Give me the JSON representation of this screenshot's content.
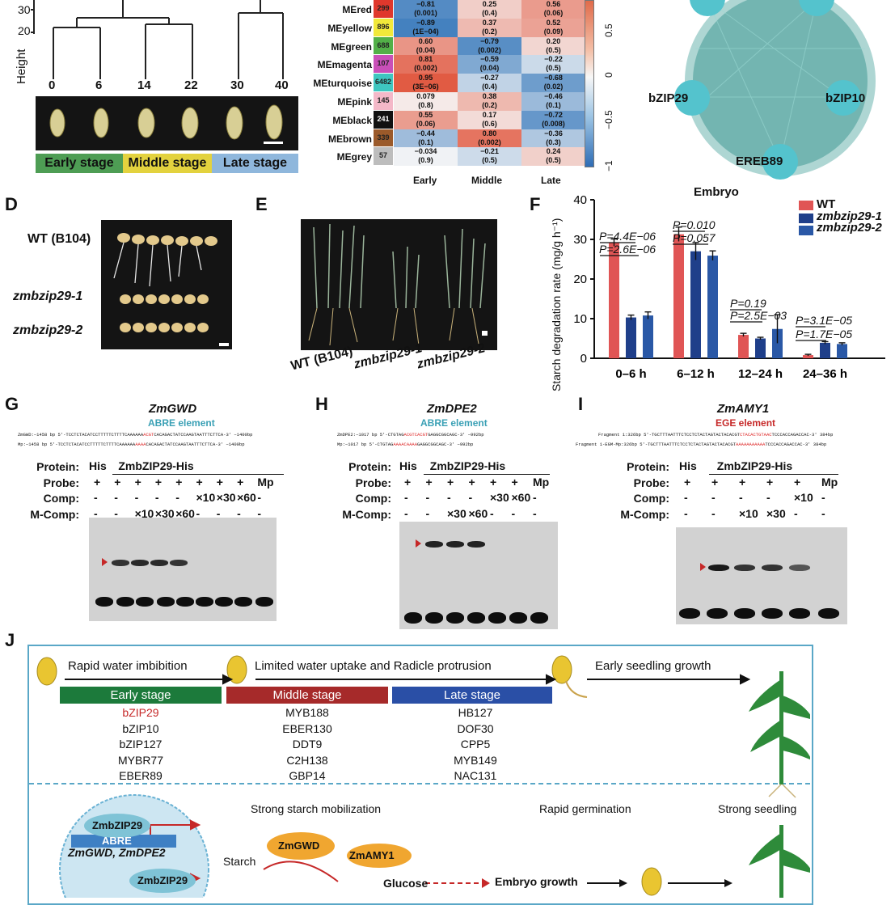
{
  "panelA": {
    "ylabel": "Height",
    "yticks": [
      "30",
      "20"
    ],
    "hours": [
      "0",
      "6",
      "14",
      "22",
      "30",
      "40"
    ],
    "stages": [
      {
        "label": "Early stage",
        "color": "#4e9d54"
      },
      {
        "label": "Middle stage",
        "color": "#e3d23e"
      },
      {
        "label": "Late stage",
        "color": "#8fb7dc"
      }
    ]
  },
  "panelB": {
    "modules": [
      {
        "name": "MEred",
        "size": "299",
        "color": "#e0382c",
        "cells": [
          [
            "−0.81",
            "(0.001)"
          ],
          [
            "0.25",
            "(0.4)"
          ],
          [
            "0.56",
            "(0.06)"
          ]
        ],
        "r": [
          -0.81,
          0.25,
          0.56
        ]
      },
      {
        "name": "MEyellow",
        "size": "896",
        "color": "#f2e93a",
        "cells": [
          [
            "−0.89",
            "(1E−04)"
          ],
          [
            "0.37",
            "(0.2)"
          ],
          [
            "0.52",
            "(0.09)"
          ]
        ],
        "r": [
          -0.89,
          0.37,
          0.52
        ]
      },
      {
        "name": "MEgreen",
        "size": "688",
        "color": "#52b048",
        "cells": [
          [
            "0.60",
            "(0.04)"
          ],
          [
            "−0.79",
            "(0.002)"
          ],
          [
            "0.20",
            "(0.5)"
          ]
        ],
        "r": [
          0.6,
          -0.79,
          0.2
        ]
      },
      {
        "name": "MEmagenta",
        "size": "107",
        "color": "#c94fb8",
        "cells": [
          [
            "0.81",
            "(0.002)"
          ],
          [
            "−0.59",
            "(0.04)"
          ],
          [
            "−0.22",
            "(0.5)"
          ]
        ],
        "r": [
          0.81,
          -0.59,
          -0.22
        ]
      },
      {
        "name": "MEturquoise",
        "size": "6482",
        "color": "#3ec6c0",
        "cells": [
          [
            "0.95",
            "(3E−06)"
          ],
          [
            "−0.27",
            "(0.4)"
          ],
          [
            "−0.68",
            "(0.02)"
          ]
        ],
        "r": [
          0.95,
          -0.27,
          -0.68
        ]
      },
      {
        "name": "MEpink",
        "size": "145",
        "color": "#f4b8c8",
        "cells": [
          [
            "0.079",
            "(0.8)"
          ],
          [
            "0.38",
            "(0.2)"
          ],
          [
            "−0.46",
            "(0.1)"
          ]
        ],
        "r": [
          0.079,
          0.38,
          -0.46
        ]
      },
      {
        "name": "MEblack",
        "size": "241",
        "color": "#111111",
        "cells": [
          [
            "0.55",
            "(0.06)"
          ],
          [
            "0.17",
            "(0.6)"
          ],
          [
            "−0.72",
            "(0.008)"
          ]
        ],
        "r": [
          0.55,
          0.17,
          -0.72
        ]
      },
      {
        "name": "MEbrown",
        "size": "339",
        "color": "#9b5a2a",
        "cells": [
          [
            "−0.44",
            "(0.1)"
          ],
          [
            "0.80",
            "(0.002)"
          ],
          [
            "−0.36",
            "(0.3)"
          ]
        ],
        "r": [
          -0.44,
          0.8,
          -0.36
        ]
      },
      {
        "name": "MEgrey",
        "size": "57",
        "color": "#bdbdbd",
        "cells": [
          [
            "−0.034",
            "(0.9)"
          ],
          [
            "−0.21",
            "(0.5)"
          ],
          [
            "0.24",
            "(0.5)"
          ]
        ],
        "r": [
          -0.034,
          -0.21,
          0.24
        ]
      }
    ],
    "columns": [
      "Early",
      "Middle",
      "Late"
    ],
    "scale": [
      "0.5",
      "0",
      "−0.5",
      "−1"
    ]
  },
  "panelC": {
    "nodes": [
      "bZIP29",
      "bZIP10",
      "EREB89"
    ],
    "caption": "Embryo"
  },
  "panelD": {
    "letter": "D",
    "labels": [
      "WT (B104)",
      "zmbzip29-1",
      "zmbzip29-2"
    ]
  },
  "panelE": {
    "letter": "E",
    "labels": [
      "WT (B104)",
      "zmbzip29-1",
      "zmbzip29-2"
    ]
  },
  "panelF": {
    "letter": "F",
    "legend": [
      "WT",
      "zmbzip29-1",
      "zmbzip29-2"
    ],
    "pvals": [
      "P=4.4E−06",
      "P=2.6E−06",
      "P=0.010",
      "P=0.057",
      "P=0.19",
      "P=2.5E−03",
      "P=3.1E−05",
      "P=1.7E−05"
    ]
  },
  "chart_data": {
    "type": "bar",
    "ylabel": "Starch degradation rate (mg/g h⁻¹)",
    "categories": [
      "0–6 h",
      "6–12 h",
      "12–24 h",
      "24–36 h"
    ],
    "ylim": [
      0,
      40
    ],
    "yticks": [
      "0",
      "10",
      "20",
      "30",
      "40"
    ],
    "colors": [
      "#e05555",
      "#1f3f8a",
      "#2a58a6"
    ],
    "series": [
      {
        "name": "WT",
        "values": [
          29.2,
          31.3,
          5.9,
          0.8
        ],
        "errors": [
          0.9,
          1.8,
          0.4,
          0.2
        ]
      },
      {
        "name": "zmbzip29-1",
        "values": [
          10.3,
          27.0,
          5.0,
          3.9
        ],
        "errors": [
          0.6,
          2.2,
          0.3,
          0.3
        ]
      },
      {
        "name": "zmbzip29-2",
        "values": [
          10.8,
          25.9,
          7.4,
          3.6
        ],
        "errors": [
          0.9,
          1.2,
          3.6,
          0.3
        ]
      }
    ]
  },
  "panelG": {
    "letter": "G",
    "gene": "ZmGWD",
    "element": "ABRE element",
    "seq1": "ZmGWD:−1458 bp 5'-TCCTCTACATCCTTTTTCTTTTCAAAAAA",
    "seq1_hl": "ACGT",
    "seq1_end": "CACAGACTATCCAAGTAATTTCTTCA-3' −1400bp",
    "seq2": "Mp:−1458 bp 5'-TCCTCTACATCCTTTTTCTTTTCAAAAAA",
    "seq2_hl": "AAAA",
    "seq2_end": "CACAGACTATCCAAGTAATTTCTTCA-3' −1400bp",
    "rows": [
      "Protein:",
      "Probe:",
      "Comp:",
      "M-Comp:"
    ],
    "protein": [
      "His",
      "ZmbZIP29-His"
    ],
    "probe": [
      "+",
      "+",
      "+",
      "+",
      "+",
      "+",
      "+",
      "+",
      "Mp"
    ],
    "comp": [
      "-",
      "-",
      "-",
      "-",
      "-",
      "×10",
      "×30",
      "×60",
      "-"
    ],
    "mcomp": [
      "-",
      "-",
      "×10",
      "×30",
      "×60",
      "-",
      "-",
      "-",
      "-"
    ]
  },
  "panelH": {
    "letter": "H",
    "gene": "ZmDPE2",
    "element": "ABRE element",
    "seq1": "ZmDPE2:−1017 bp 5'-CTGTAG",
    "seq1_hl": "ACGTCACGT",
    "seq1_end": "GAGGCGGCAGC-3' −992bp",
    "seq2": "Mp:−1017 bp 5'-CTGTAG",
    "seq2_hl": "AAAACAAAA",
    "seq2_end": "GAGGCGGCAGC-3' −992bp",
    "rows": [
      "Protein:",
      "Probe:",
      "Comp:",
      "M-Comp:"
    ],
    "protein": [
      "His",
      "ZmbZIP29-His"
    ],
    "probe": [
      "+",
      "+",
      "+",
      "+",
      "+",
      "+",
      "Mp"
    ],
    "comp": [
      "-",
      "-",
      "-",
      "-",
      "×30",
      "×60",
      "-"
    ],
    "mcomp": [
      "-",
      "-",
      "×30",
      "×60",
      "-",
      "-",
      "-"
    ]
  },
  "panelI": {
    "letter": "I",
    "gene": "ZmAMY1",
    "element": "EGE element",
    "seq1": "Fragment 1:326bp 5'-TGCTTTAATTTCTCCTCTACTAGTACTACACGT",
    "seq1_hl": "CTACACTGTAAC",
    "seq1_end": "TCCCACCAGACCAC-3' 384bp",
    "seq2": "Fragment 1-EGM-Mp:326bp 5'-TGCTTTAATTTCTCCTCTACTAGTACTACACGT",
    "seq2_hl": "AAAAAAAAAAA",
    "seq2_end": "TCCCACCAGACCAC-3' 384bp",
    "rows": [
      "Protein:",
      "Probe:",
      "Comp:",
      "M-Comp:"
    ],
    "protein": [
      "His",
      "ZmbZIP29-His"
    ],
    "probe": [
      "+",
      "+",
      "+",
      "+",
      "+",
      "Mp"
    ],
    "comp": [
      "-",
      "-",
      "-",
      "-",
      "×10",
      "-"
    ],
    "mcomp": [
      "-",
      "-",
      "×10",
      "×30",
      "-",
      "-"
    ]
  },
  "panelJ": {
    "letter": "J",
    "steps": [
      "Rapid water imbibition",
      "Limited water uptake and Radicle protrusion",
      "Early seedling growth"
    ],
    "stages": [
      {
        "label": "Early stage",
        "color": "#1c7a3b",
        "genes": [
          "bZIP29",
          "bZIP10",
          "bZIP127",
          "MYBR77",
          "EBER89"
        ]
      },
      {
        "label": "Middle stage",
        "color": "#a62a2a",
        "genes": [
          "MYB188",
          "EBER130",
          "DDT9",
          "C2H138",
          "GBP14"
        ]
      },
      {
        "label": "Late stage",
        "color": "#2a4fa6",
        "genes": [
          "HB127",
          "DOF30",
          "CPP5",
          "MYB149",
          "NAC131"
        ]
      }
    ],
    "phases": [
      "Strong starch mobilization",
      "Rapid germination",
      "Strong seedling"
    ],
    "cell": {
      "tf": "ZmbZIP29",
      "abre": "ABRE",
      "targets": "ZmGWD, ZmDPE2",
      "tf2": "ZmbZIP29"
    },
    "pathway": {
      "starch": "Starch",
      "gwd": "ZmGWD",
      "amy": "ZmAMY1",
      "glucose": "Glucose",
      "embryo": "Embryo growth"
    }
  }
}
